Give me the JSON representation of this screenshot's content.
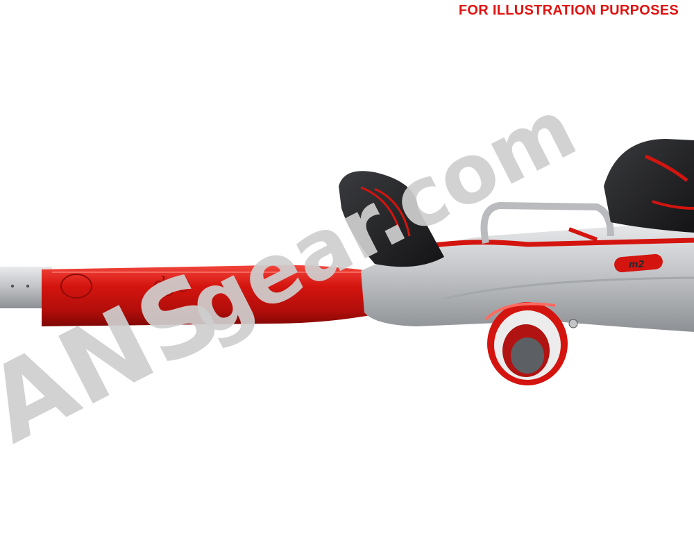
{
  "banner": {
    "text": "FOR ILLUSTRATION PURPOSES",
    "color": "#e0120f"
  },
  "watermark": {
    "prefix": "ANS",
    "suffix": "gear.com",
    "color": "#cfcfcf"
  },
  "product": {
    "barrel_engraving": "dye",
    "body_badge": "m2",
    "colors": {
      "accent": "#d4140f",
      "body": "#b8babd",
      "grip": "#1e1e20"
    }
  }
}
